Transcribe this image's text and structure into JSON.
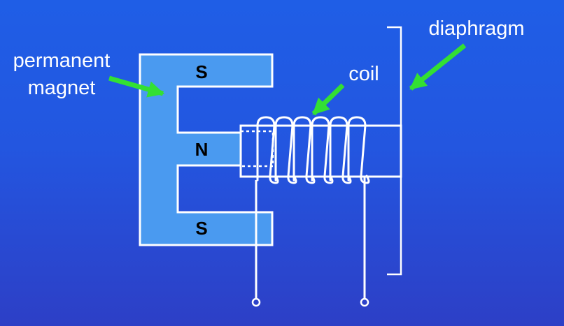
{
  "labels": {
    "permanent_magnet_line1": "permanent",
    "permanent_magnet_line2": "magnet",
    "coil": "coil",
    "diaphragm": "diaphragm"
  },
  "poles": {
    "top": "S",
    "middle": "N",
    "bottom": "S"
  },
  "colors": {
    "background": "#2356e0",
    "magnet_fill": "#4a9af0",
    "line": "#ffffff",
    "arrow": "#33e033",
    "pole_text": "#000000"
  }
}
